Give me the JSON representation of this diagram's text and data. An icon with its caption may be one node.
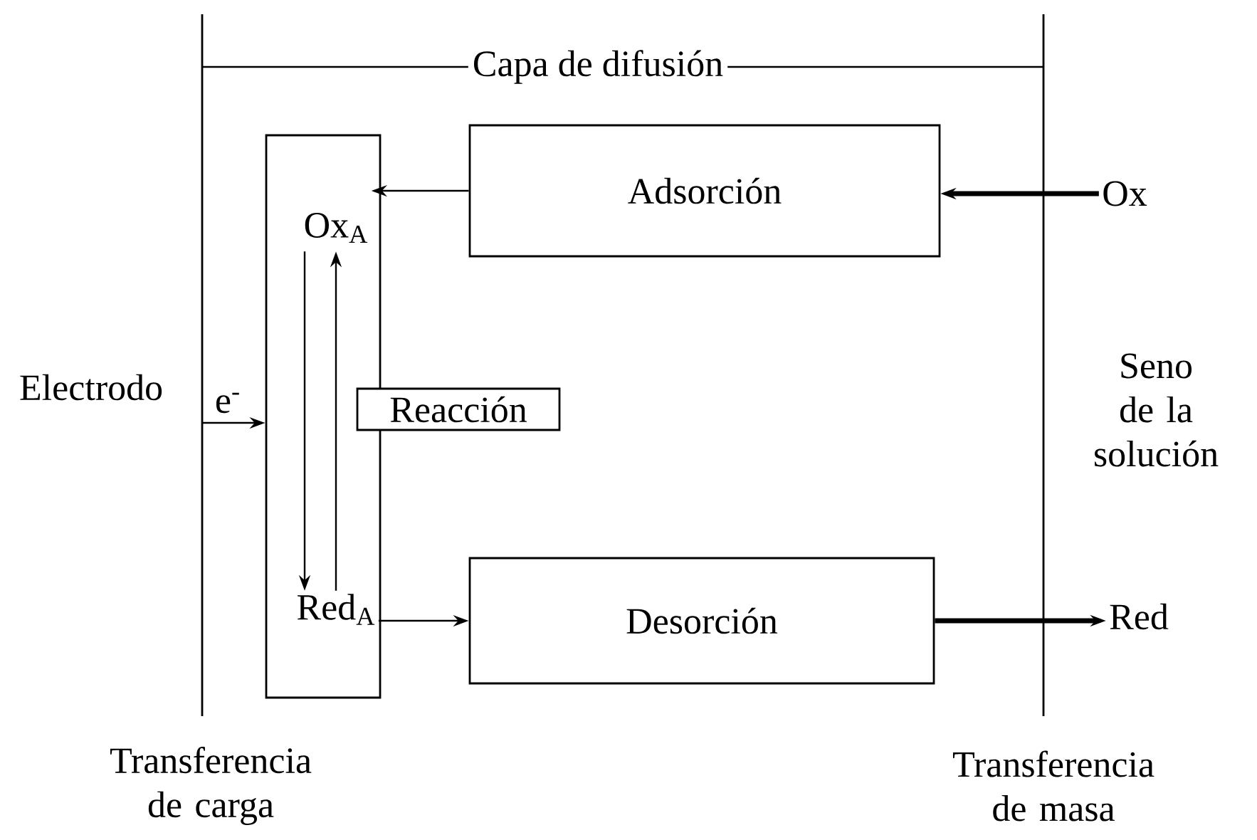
{
  "diagram": {
    "nodes": [
      {
        "text": [],
        "shape": "box"
      },
      {
        "text": [
          "Ox$_{A}$"
        ],
        "in": 0
      },
      {
        "text": [
          "Red$_{A}$"
        ],
        "in": 0
      },
      {
        "text": [
          "Adsorción"
        ]
      },
      {
        "text": [
          "Reacción"
        ]
      },
      {
        "text": [
          "Desorción"
        ]
      },
      {
        "text": [
          "Ox"
        ]
      },
      {
        "text": [
          "Red"
        ]
      }
    ],
    "edges": [
      {
        "from": 3,
        "to": 1,
        "arrow": "to"
      },
      {
        "from": 6,
        "to": 3,
        "arrow": "to",
        "style": "thick"
      },
      {
        "from": 1,
        "to": 2,
        "arrow": "to"
      },
      {
        "from": 2,
        "to": 1,
        "arrow": "to"
      },
      {
        "from": 2,
        "to": 5,
        "arrow": "to"
      },
      {
        "from": 5,
        "to": 7,
        "arrow": "to",
        "style": "thick"
      },
      {
        "from": null,
        "to": 0,
        "arrow": "to",
        "label": "e$^{-}$"
      }
    ],
    "labels": [
      "Capa de difusión",
      "Electrodo",
      "Seno de la solución",
      "Transferencia de carga",
      "Transferencia de masa"
    ]
  }
}
